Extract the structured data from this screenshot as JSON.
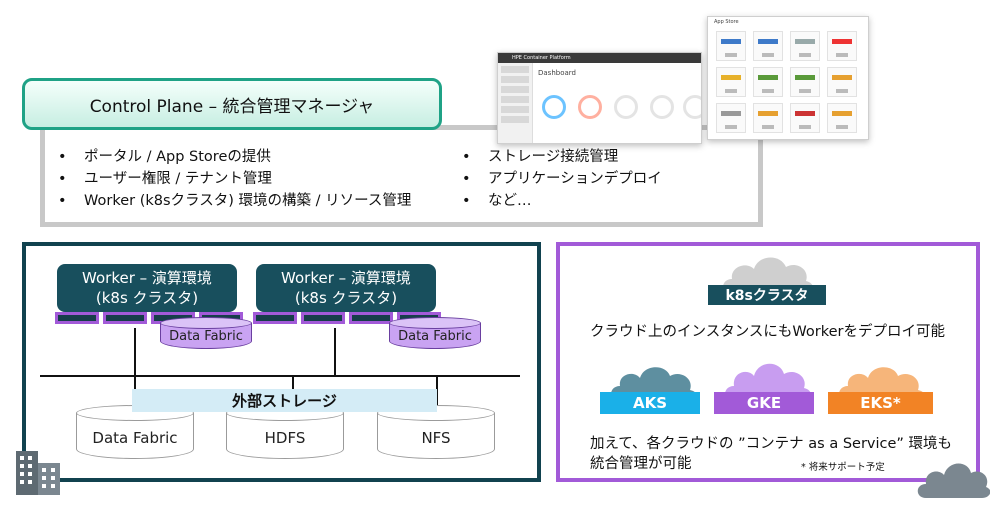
{
  "control_plane": {
    "title": "Control Plane – 統合管理マネージャ",
    "features_left": [
      "ポータル / App Storeの提供",
      "ユーザー権限 / テナント管理",
      "Worker (k8sクラスタ) 環境の構築 / リソース管理"
    ],
    "features_right": [
      "ストレージ接続管理",
      "アプリケーションデプロイ",
      "など…"
    ],
    "dashboard_screenshot": {
      "app_title": "HPE Container Platform",
      "heading": "Dashboard"
    },
    "appstore_screenshot": {
      "heading": "App Store"
    }
  },
  "worker_panel": {
    "workers": [
      {
        "line1": "Worker – 演算環境",
        "line2": "(k8s クラスタ)"
      },
      {
        "line1": "Worker – 演算環境",
        "line2": "(k8s クラスタ)"
      }
    ],
    "data_fabric_label": "Data Fabric",
    "external_storage_label": "外部ストレージ",
    "storages": [
      "Data Fabric",
      "HDFS",
      "NFS"
    ]
  },
  "cloud_panel": {
    "k8s_label": "k8sクラスタ",
    "line1": "クラウド上のインスタンスにもWorkerをデプロイ可能",
    "providers": [
      "AKS",
      "GKE",
      "EKS*"
    ],
    "provider_colors": [
      "#1ab0e8",
      "#a25ad8",
      "#f28325"
    ],
    "line2": "加えて、各クラウドの ”コンテナ as a Service” 環境も",
    "line3": "統合管理が可能",
    "note": "* 将来サポート予定"
  },
  "colors": {
    "control_plane_border": "#1fa286",
    "worker_dark": "#184f5d",
    "purple": "#a25ad8"
  }
}
